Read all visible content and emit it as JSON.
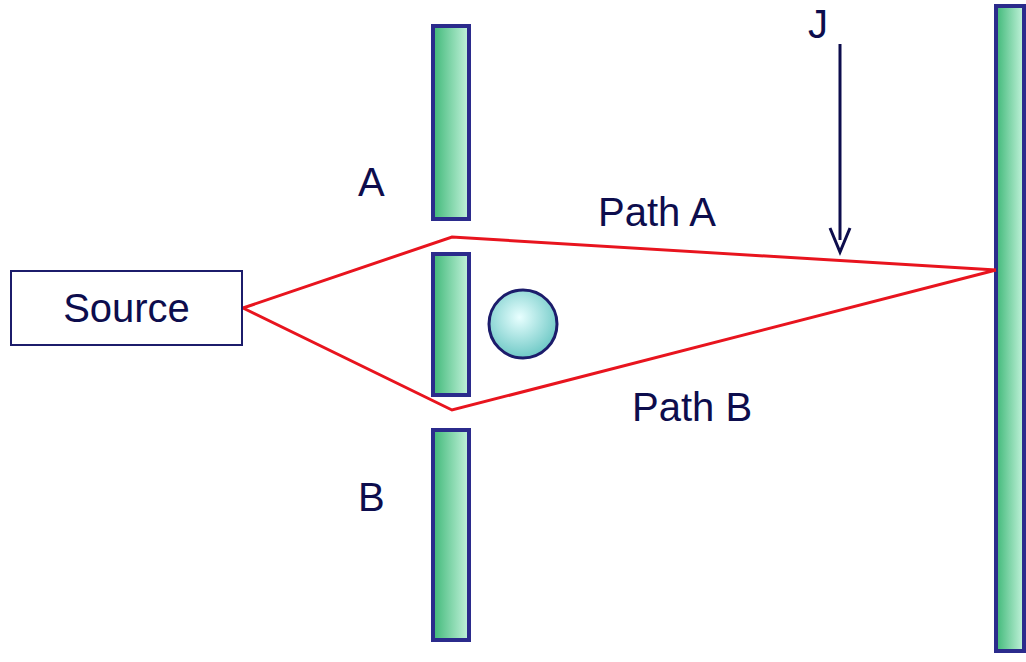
{
  "diagram": {
    "nodes": [
      {
        "text": [
          "Source"
        ]
      }
    ],
    "labels": [
      "J",
      "A",
      "B",
      "Path A",
      "Path B"
    ]
  }
}
